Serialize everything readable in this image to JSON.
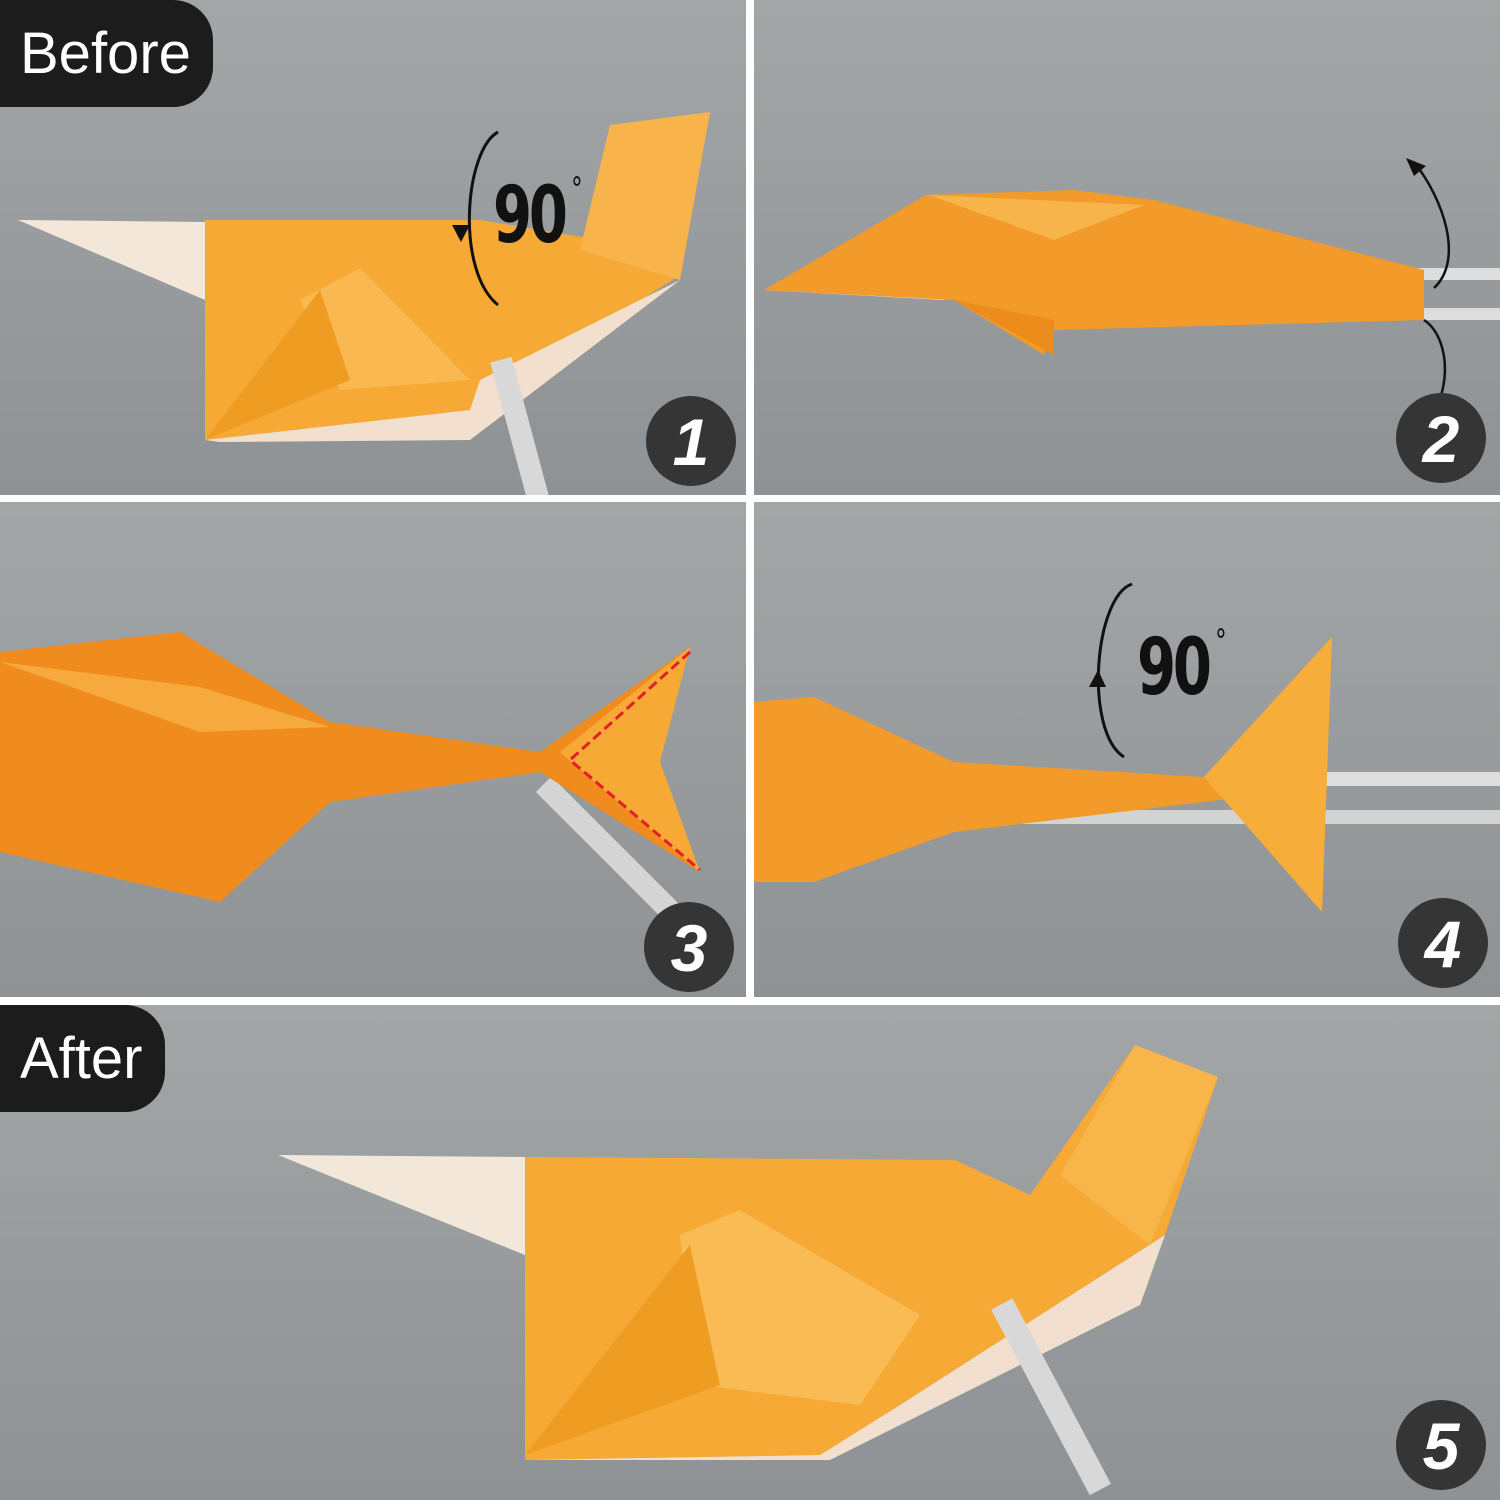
{
  "labels": {
    "before": "Before",
    "after": "After"
  },
  "steps": [
    {
      "number": "1",
      "rotation": "90",
      "unit": "°"
    },
    {
      "number": "2"
    },
    {
      "number": "3"
    },
    {
      "number": "4",
      "rotation": "90",
      "unit": "°"
    },
    {
      "number": "5"
    }
  ],
  "colors": {
    "background": "#9a9ea0",
    "paper_orange": "#f5a730",
    "paper_white": "#f4e6d6",
    "badge": "#353535",
    "label_bg": "#1c1c1c",
    "fold_line": "#e0202a"
  }
}
